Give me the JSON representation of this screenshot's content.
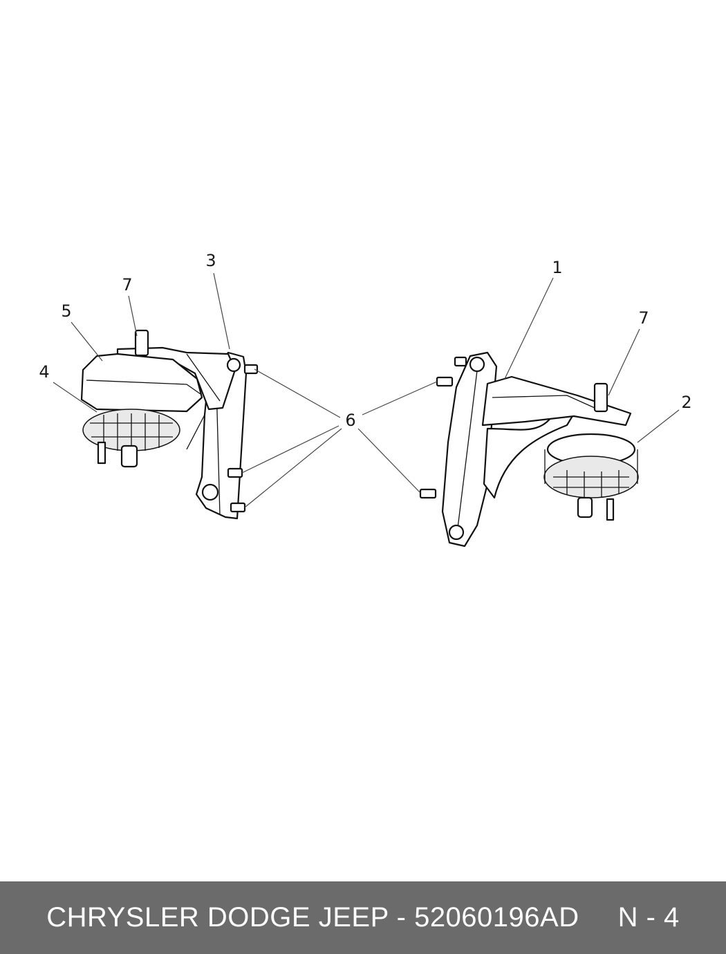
{
  "callouts": {
    "left_3": "3",
    "left_7": "7",
    "left_5": "5",
    "left_4": "4",
    "center_6": "6",
    "right_1": "1",
    "right_7": "7",
    "right_2": "2"
  },
  "footer": {
    "brand": "CHRYSLER DODGE JEEP - 52060196AD",
    "page": "N - 4"
  }
}
